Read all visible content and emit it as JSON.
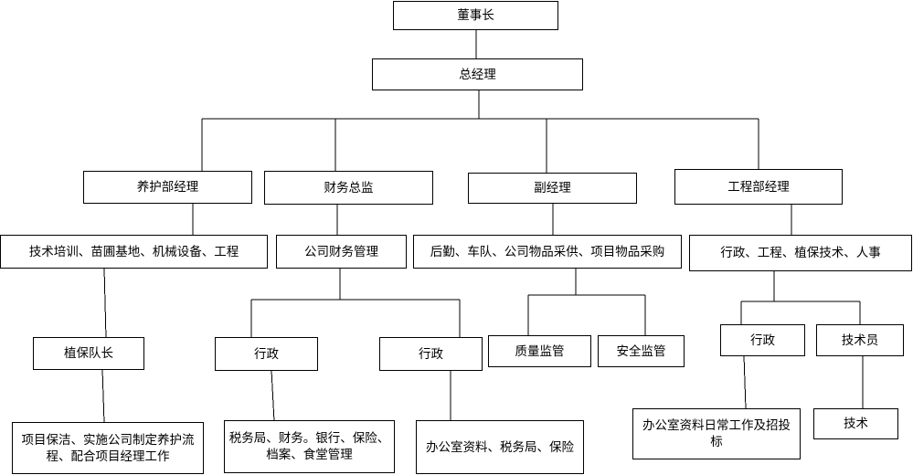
{
  "org_chart": {
    "chairman": "董事长",
    "general_manager": "总经理",
    "maintenance_manager": "养护部经理",
    "finance_director": "财务总监",
    "deputy_manager": "副经理",
    "engineering_manager": "工程部经理",
    "maintenance_scope": "技术培训、苗圃基地、机械设备、工程",
    "finance_management": "公司财务管理",
    "logistics_scope": "后勤、车队、公司物品采供、项目物品采购",
    "engineering_scope": "行政、工程、植保技术、人事",
    "plant_protection_captain": "植保队长",
    "finance_admin_1": "行政",
    "finance_admin_2": "行政",
    "quality_supervision": "质量监管",
    "safety_supervision": "安全监管",
    "engineering_admin": "行政",
    "technician": "技术员",
    "captain_duties": "项目保洁、实施公司制定养护流程、配合项目经理工作",
    "finance_admin_1_duties": "税务局、财务。银行、保险、档案、食堂管理",
    "finance_admin_2_duties": "办公室资料、税务局、保险",
    "engineering_admin_duties": "办公室资料日常工作及招投标",
    "technician_duties": "技术"
  }
}
